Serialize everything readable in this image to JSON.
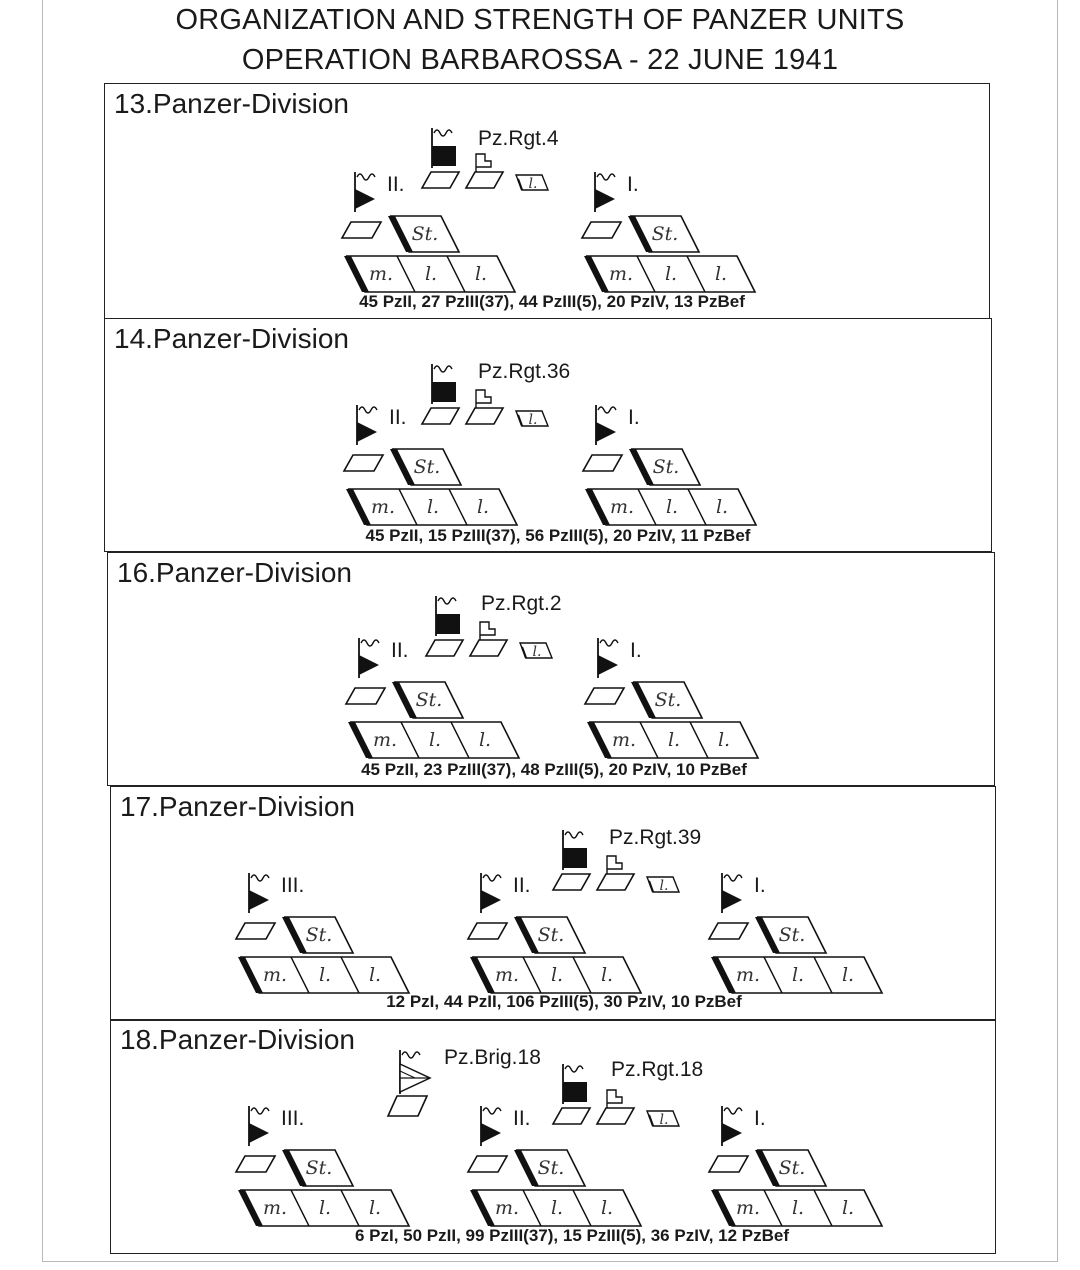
{
  "title": {
    "line1": "ORGANIZATION AND STRENGTH OF PANZER UNITS",
    "line2": "OPERATION BARBAROSSA - 22 JUNE 1941"
  },
  "glyphs": {
    "staff_company": "St.",
    "medium_company": "m.",
    "light_company": "l.",
    "light_platoon": "l."
  },
  "divisions": [
    {
      "name": "13.Panzer-Division",
      "regiment": "Pz.Rgt.4",
      "battalions": [
        {
          "label": "II."
        },
        {
          "label": "I."
        }
      ],
      "strength": "45 PzII, 27 PzIII(37), 44 PzIII(5), 20 PzIV, 13 PzBef"
    },
    {
      "name": "14.Panzer-Division",
      "regiment": "Pz.Rgt.36",
      "battalions": [
        {
          "label": "II."
        },
        {
          "label": "I."
        }
      ],
      "strength": "45 PzII, 15 PzIII(37), 56 PzIII(5), 20 PzIV, 11 PzBef"
    },
    {
      "name": "16.Panzer-Division",
      "regiment": "Pz.Rgt.2",
      "battalions": [
        {
          "label": "II."
        },
        {
          "label": "I."
        }
      ],
      "strength": "45 PzII, 23 PzIII(37), 48 PzIII(5), 20 PzIV, 10 PzBef"
    },
    {
      "name": "17.Panzer-Division",
      "regiment": "Pz.Rgt.39",
      "battalions": [
        {
          "label": "III."
        },
        {
          "label": "II."
        },
        {
          "label": "I."
        }
      ],
      "strength": "12 PzI, 44 PzII, 106 PzIII(5), 30 PzIV, 10 PzBef"
    },
    {
      "name": "18.Panzer-Division",
      "brigade": "Pz.Brig.18",
      "regiment": "Pz.Rgt.18",
      "battalions": [
        {
          "label": "III."
        },
        {
          "label": "II."
        },
        {
          "label": "I."
        }
      ],
      "strength": "6 PzI, 50 PzII, 99 PzIII(37), 15 PzIII(5), 36 PzIV, 12 PzBef"
    }
  ]
}
